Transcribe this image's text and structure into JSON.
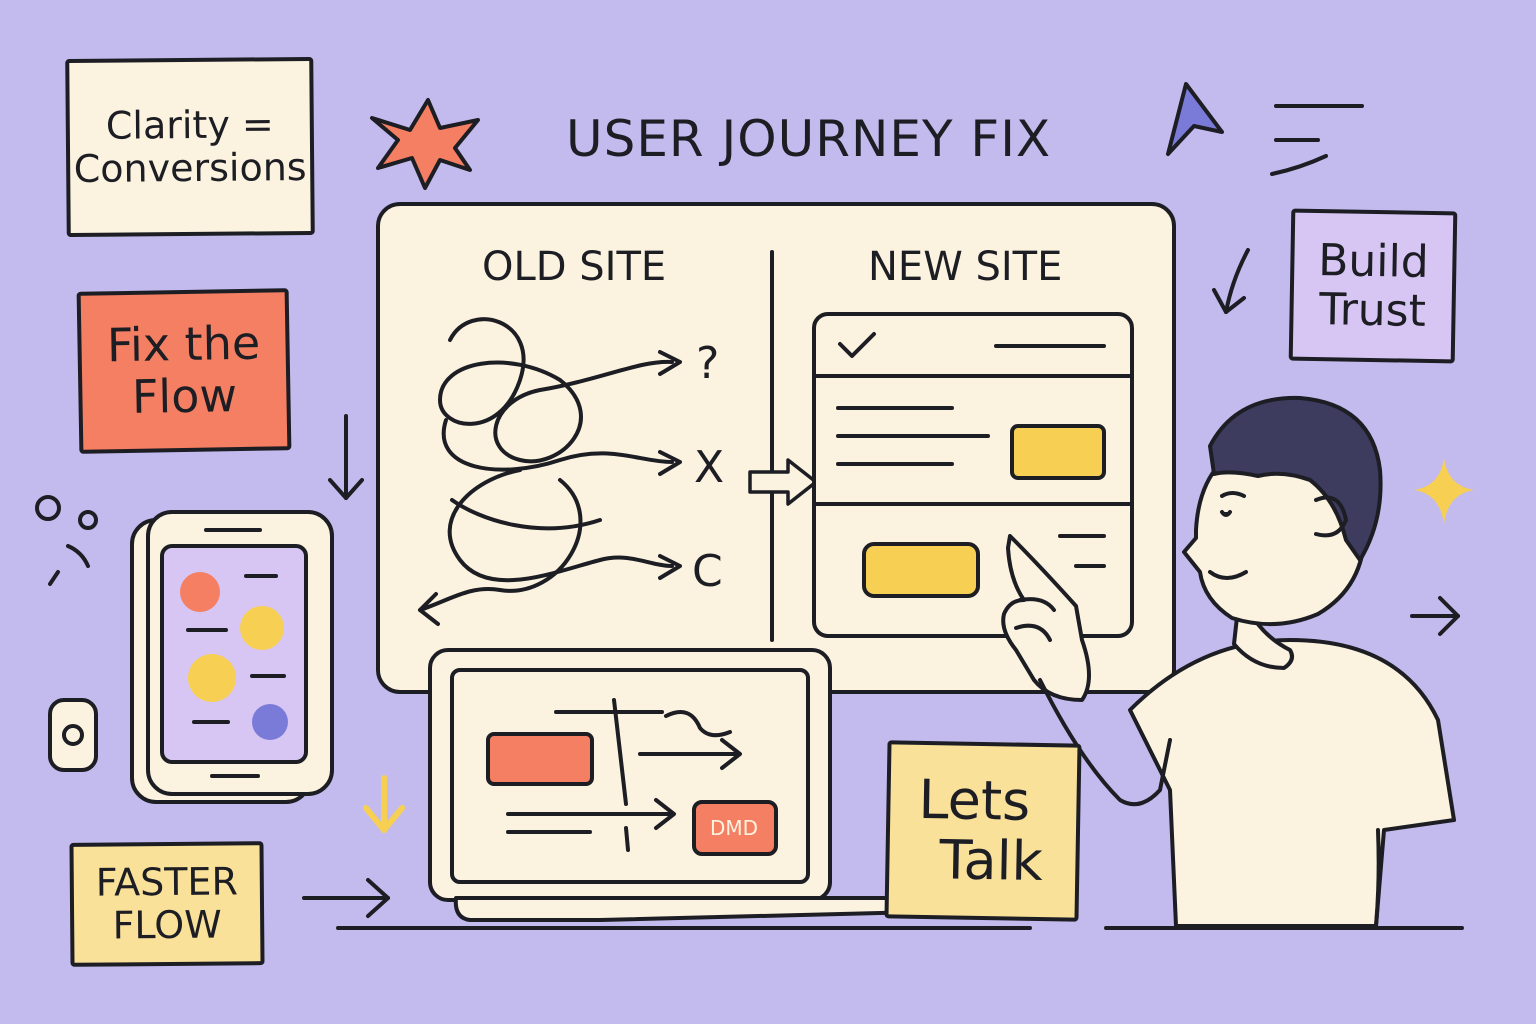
{
  "title": "USER JOURNEY FIX",
  "notes": {
    "clarity": {
      "line1": "Clarity =",
      "line2": "Conversions"
    },
    "fix_flow": {
      "line1": "Fix the",
      "line2": "Flow"
    },
    "faster_flow": {
      "line1": "FASTER",
      "line2": "FLOW"
    },
    "build_trust": {
      "line1": "Build",
      "line2": "Trust"
    },
    "lets_talk": {
      "line1": "Lets",
      "line2": "Talk"
    }
  },
  "board": {
    "old_site_label": "OLD SITE",
    "new_site_label": "NEW SITE",
    "old_site_outcomes": [
      "?",
      "X",
      "C"
    ]
  },
  "laptop": {
    "badge": "DMD"
  },
  "colors": {
    "background": "#c3bbee",
    "paper": "#fbf2df",
    "orange": "#f47f62",
    "yellow": "#f7cf52",
    "lavender": "#d7c6f4",
    "ink": "#1d1d24",
    "navy": "#3d3b5e",
    "indigo": "#7a7bd8"
  }
}
